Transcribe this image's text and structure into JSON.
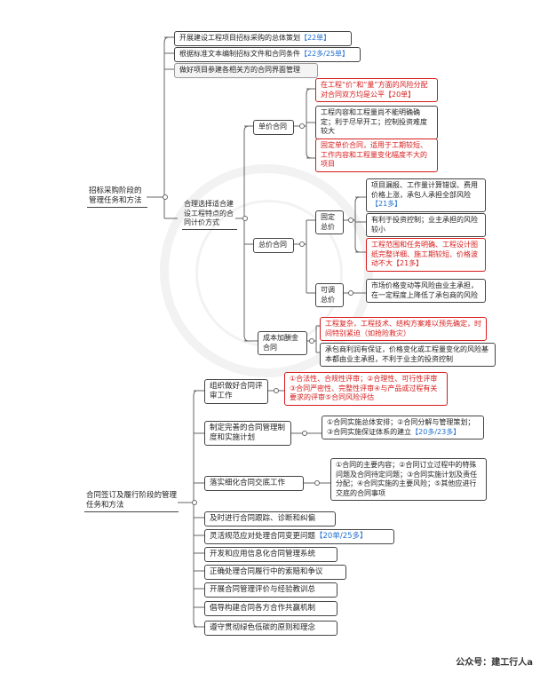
{
  "root1": "招标采购阶段的管理任务和方法",
  "r1_items": [
    {
      "text": "开展建设工程项目招标采购的总体策划",
      "tag": "【22单】"
    },
    {
      "text": "根据标准文本编制招标文件和合同条件",
      "tag": "【22多/25单】"
    },
    {
      "text": "做好项目参建各相关方的合同界面管理",
      "tag": ""
    }
  ],
  "contract_choice": "合理选择适合建设工程特点的合同计价方式",
  "unit_price": {
    "label": "单价合同",
    "notes": [
      {
        "text": "在工程“价”和“量”方面的风险分配对合同双方均是公平",
        "tag": "【20单】"
      },
      {
        "text": "工程内容和工程量尚不能明确确定；利于尽早开工；控制投资难度较大",
        "tag": ""
      },
      {
        "text": "固定单价合同，适用于工期较短、工作内容和工程量变化幅度不大的项目",
        "tag": ""
      }
    ]
  },
  "lump_sum": {
    "label": "总价合同",
    "fixed": {
      "label": "固定总价",
      "notes": [
        {
          "text": "项目漏报、工作量计算错误、费用价格上涨，承包人承担全部风险",
          "tag": "【21多】"
        },
        {
          "text": "有利于投资控制；业主承担的风险较小",
          "tag": ""
        },
        {
          "text": "工程范围和任务明确、工程设计图纸完整详细、施工期较短、价格波动不大",
          "tag": "【21多】"
        }
      ]
    },
    "variable": {
      "label": "可调总价",
      "note": "市场价格变动等风险由业主承担，在一定程度上降低了承包商的风险"
    }
  },
  "cost_plus": {
    "label": "成本加酬金合同",
    "notes": [
      {
        "text": "工程复杂，工程技术、结构方案难以预先确定，时间特别紧迫（如抢险救灾）",
        "tag": ""
      },
      {
        "text": "承包商利润有保证，价格变化或工程量变化的风险基本都由业主承担，不利于业主的投资控制",
        "tag": ""
      }
    ]
  },
  "root2": "合同签订及履行阶段的管理任务和方法",
  "review": {
    "label": "组织做好合同评审工作",
    "note": "①合法性、合规性评审；②合理性、可行性评审③合同严密性、完整性评审④与产品或过程有关要求的评审⑤合同风险评估"
  },
  "system": {
    "label": "制定完善的合同管理制度和实施计划",
    "note": "①合同实施总体安排；②合同分解与管理策划；③合同实施保证体系的建立",
    "tag": "【20多/23多】"
  },
  "handover": {
    "label": "落实细化合同交底工作",
    "note": "①合同的主要内容；②合同订立过程中的特殊问题及合同待定问题；③合同实施计划及责任分配；④合同实施的主要风险；⑤其他应进行交底的合同事项"
  },
  "tasks": [
    {
      "text": "及时进行合同跟踪、诊断和纠偏",
      "tag": ""
    },
    {
      "text": "灵活规范应对处理合同变更问题",
      "tag": "【20单/25多】"
    },
    {
      "text": "开发和应用信息化合同管理系统",
      "tag": ""
    },
    {
      "text": "正确处理合同履行中的索赔和争议",
      "tag": ""
    },
    {
      "text": "开展合同管理评价与经验教训总",
      "tag": ""
    },
    {
      "text": "倡导构建合同各方合作共赢机制",
      "tag": ""
    },
    {
      "text": "遵守贯彻绿色低碳的原则和理念",
      "tag": ""
    }
  ],
  "footer": "公众号：建工行人a",
  "colors": {
    "red": "#d81b1b",
    "blue": "#1e6fd0",
    "line": "#666666"
  }
}
